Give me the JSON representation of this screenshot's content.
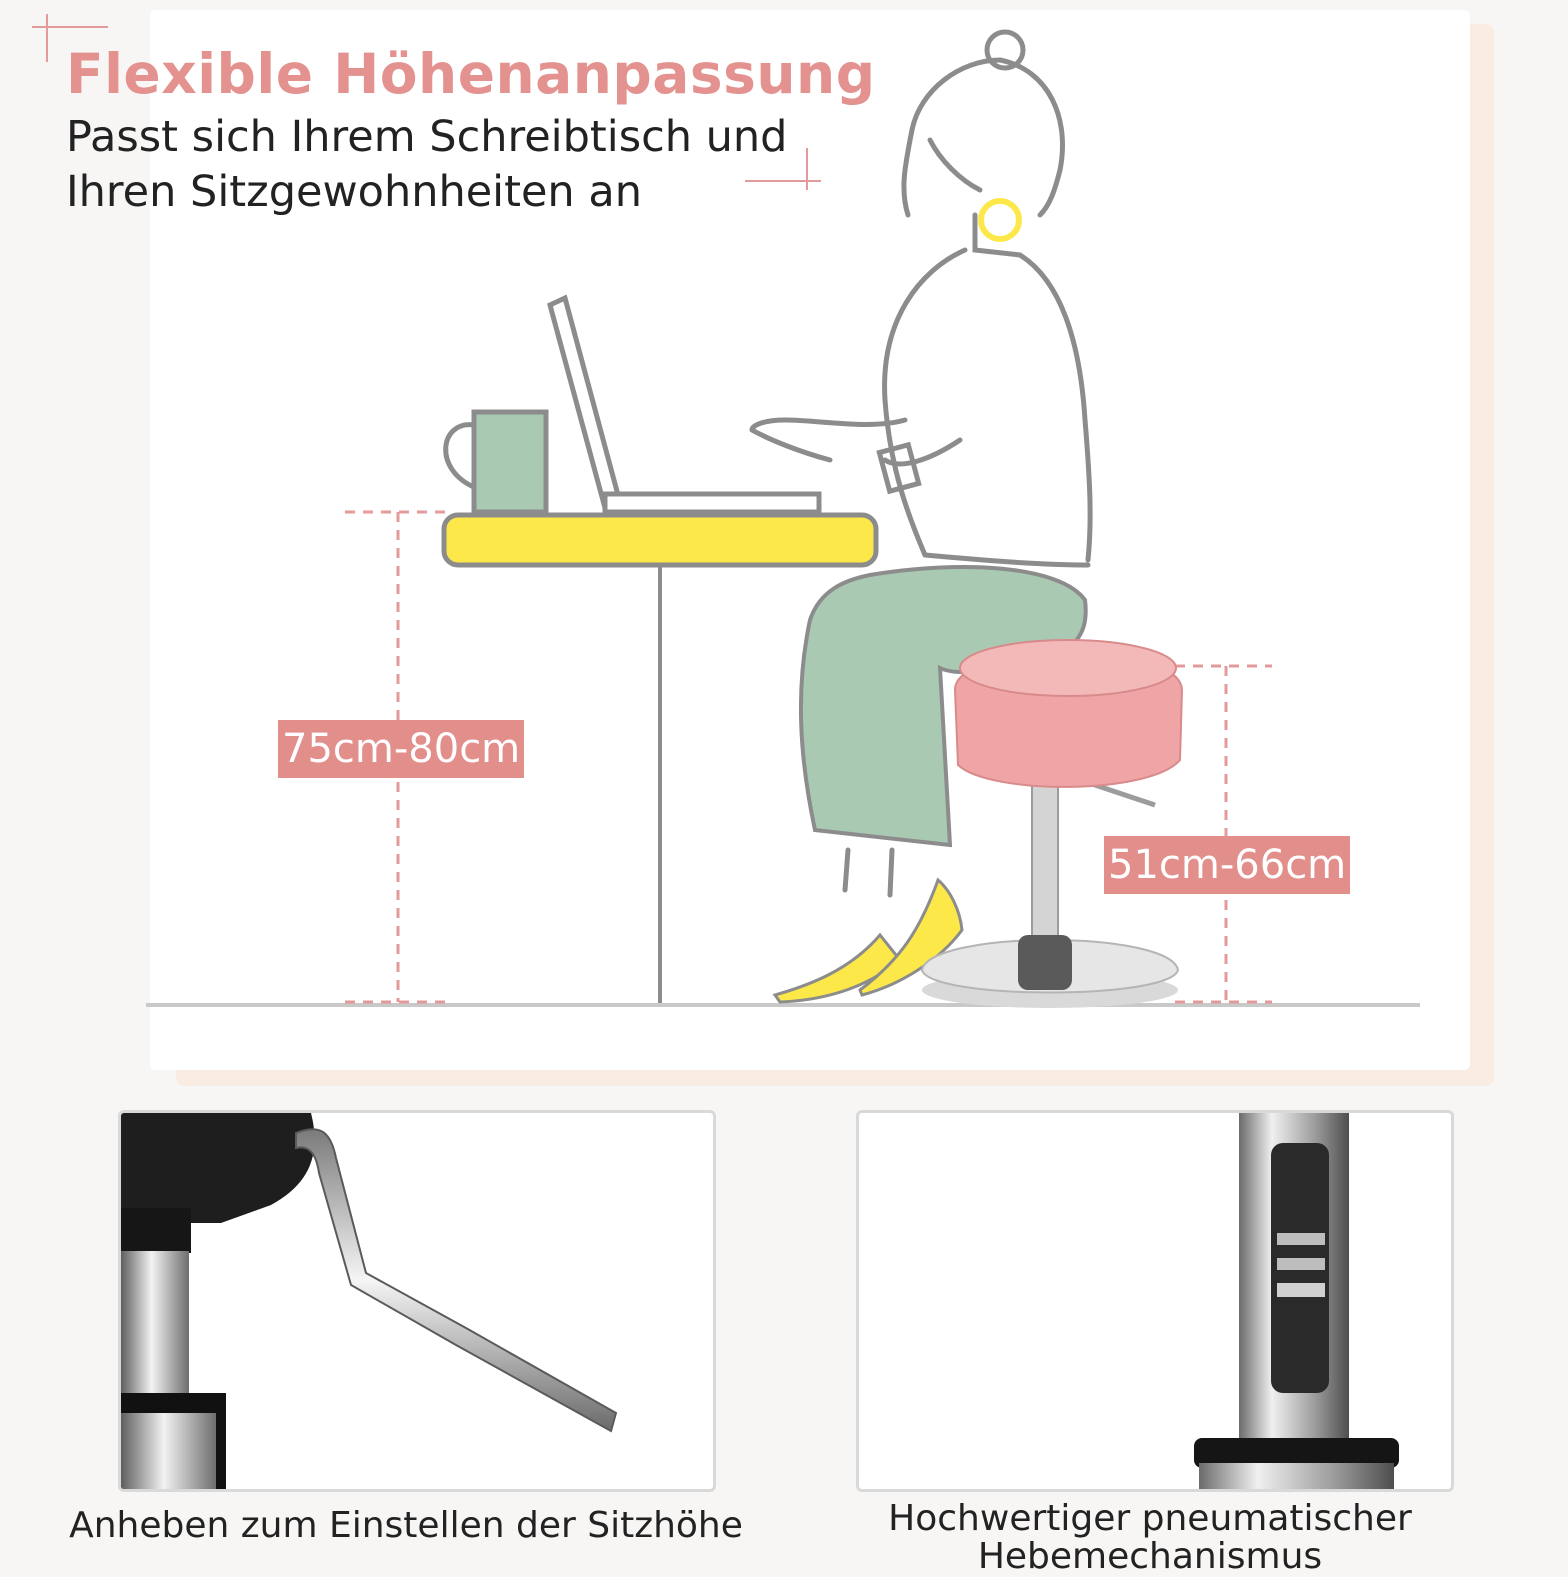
{
  "header": {
    "title": "Flexible Höhenanpassung",
    "subtitle_line1": "Passt sich Ihrem Schreibtisch und",
    "subtitle_line2": "Ihren Sitzgewohnheiten an"
  },
  "dimensions": {
    "desk_height": "75cm-80cm",
    "seat_height": "51cm-66cm"
  },
  "captions": {
    "lever": "Anheben zum Einstellen der Sitzhöhe",
    "pneumatic_line1": "Hochwertiger pneumatischer",
    "pneumatic_line2": "Hebemechanismus"
  },
  "colors": {
    "accent_pink": "#e3928f",
    "desk_yellow": "#fde84a",
    "pants_green": "#a9c9b3",
    "stool_pink": "#efa5a5",
    "outline_gray": "#8c8c8c"
  }
}
